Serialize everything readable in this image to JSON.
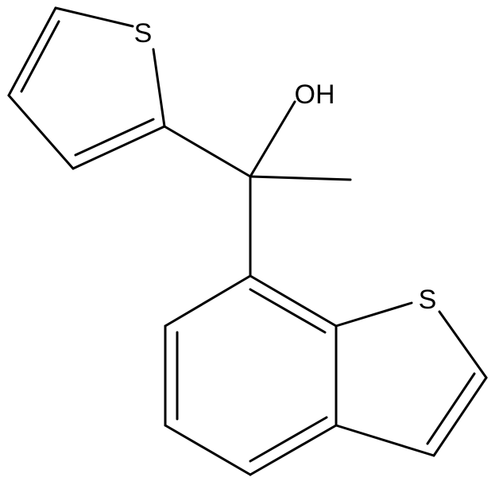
{
  "structure": {
    "atom_labels": {
      "thiophene_sulfur": "S",
      "hydroxyl": "OH",
      "benzothiophene_sulfur": "S"
    },
    "bond_color": "#000000",
    "background_color": "#ffffff"
  }
}
